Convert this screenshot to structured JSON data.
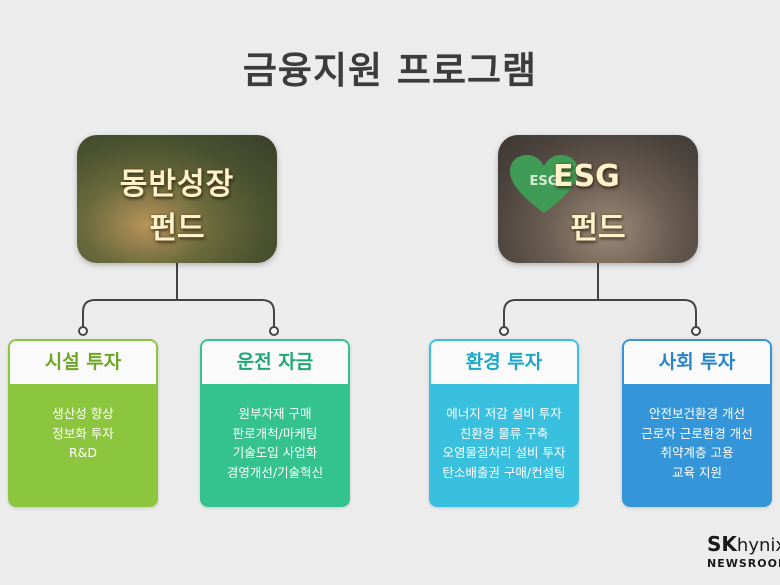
{
  "title": "금융지원 프로그램",
  "funds": [
    {
      "line1": "동반성장",
      "line2": "펀드"
    },
    {
      "badge": "ESG",
      "line1": "ESG",
      "line2": "펀드"
    }
  ],
  "categories": [
    {
      "title": "시설 투자",
      "items": [
        "생산성 향상",
        "정보화 투자",
        "R&D"
      ]
    },
    {
      "title": "운전 자금",
      "items": [
        "원부자재 구매",
        "판로개척/마케팅",
        "기술도입 사업화",
        "경영개선/기술혁신"
      ]
    },
    {
      "title": "환경 투자",
      "items": [
        "에너지 저감 설비 투자",
        "친환경 물류 구축",
        "오염물질처리 설비 투자",
        "탄소배출권 구매/컨설팅"
      ]
    },
    {
      "title": "사회 투자",
      "items": [
        "안전보건환경 개선",
        "근로자 근로환경 개선",
        "취약계층 고용",
        "교육 지원"
      ]
    }
  ],
  "colors": {
    "facility": "#8cc63e",
    "operating": "#34c28f",
    "environment": "#38c0de",
    "social": "#3496d8"
  },
  "logo": {
    "brand_sk": "SK",
    "brand_rest": "hynix",
    "sub": "NEWSROOM"
  }
}
